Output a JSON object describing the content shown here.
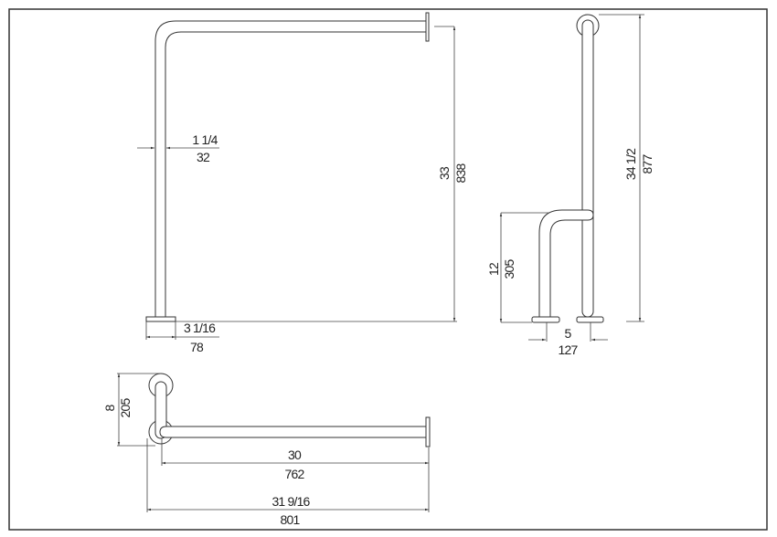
{
  "front_view": {
    "tube_diameter": {
      "inch": "1 1/4",
      "mm": "32"
    },
    "height": {
      "inch": "33",
      "mm": "838"
    },
    "flange": {
      "inch": "3 1/16",
      "mm": "78"
    }
  },
  "side_view": {
    "total_height": {
      "inch": "34 1/2",
      "mm": "877"
    },
    "lower_height": {
      "inch": "12",
      "mm": "305"
    },
    "offset": {
      "inch": "5",
      "mm": "127"
    }
  },
  "top_view": {
    "depth": {
      "inch": "8",
      "mm": "205"
    },
    "arm_length": {
      "inch": "30",
      "mm": "762"
    },
    "overall_length": {
      "inch": "31 9/16",
      "mm": "801"
    }
  }
}
